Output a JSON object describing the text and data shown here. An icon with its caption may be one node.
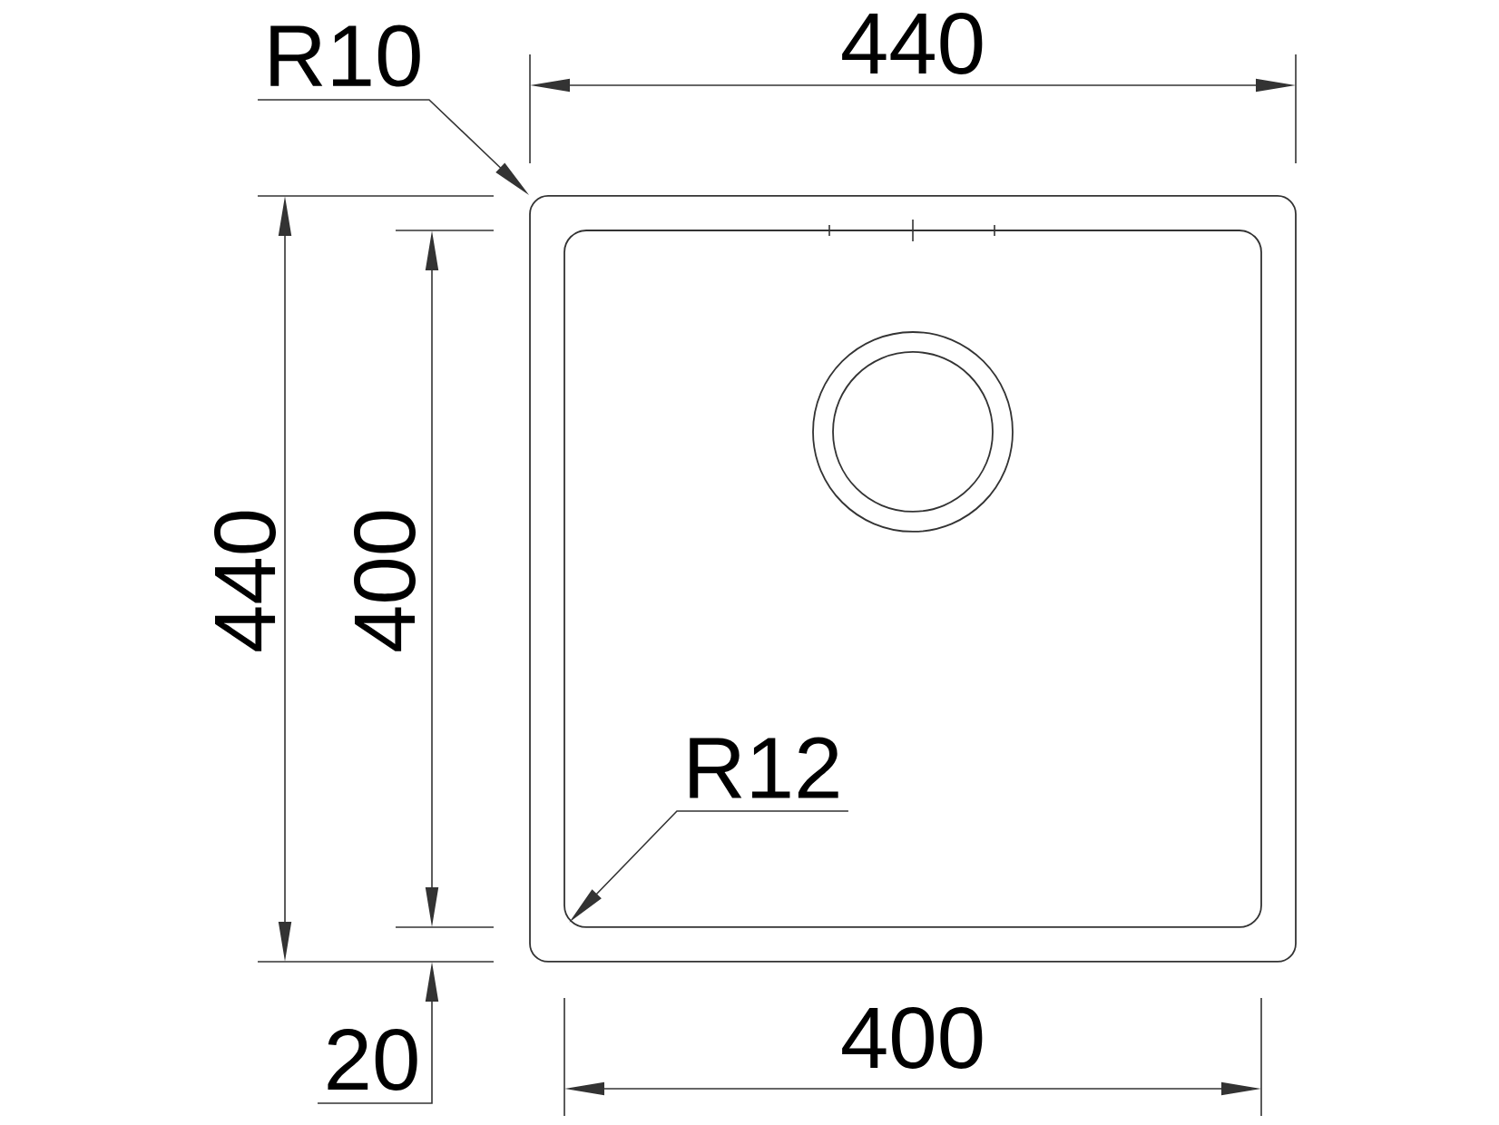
{
  "diagram": {
    "nodes": [
      {
        "text": [],
        "shape": "box"
      },
      {
        "text": [],
        "shape": "box",
        "in": 0
      },
      {
        "text": [],
        "shape": "circle",
        "in": 1
      },
      {
        "text": [
          "R10"
        ]
      },
      {
        "text": [
          "R12"
        ],
        "in": 1
      }
    ],
    "edges": [
      {
        "from": 3,
        "to": 0,
        "arrow": "to"
      },
      {
        "from": 4,
        "to": 1,
        "arrow": "to"
      }
    ],
    "labels": [
      "440",
      "440",
      "400",
      "400",
      "20"
    ]
  }
}
